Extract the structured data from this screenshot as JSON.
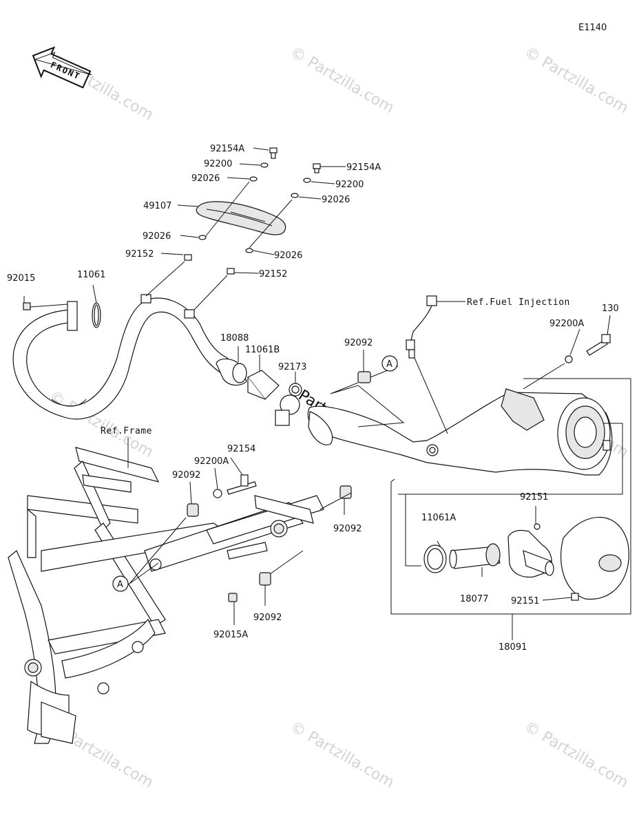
{
  "diagram_code": "E1140",
  "front_label": "FRONT",
  "watermark": "© Partzilla.com",
  "center_watermark": "Partzilla.com",
  "reference_labels": {
    "fuel_injection": "Ref.Fuel Injection",
    "frame": "Ref.Frame"
  },
  "callout_marker": "A",
  "parts": {
    "p92154A_top": "92154A",
    "p92200_top": "92200",
    "p92026_top": "92026",
    "p49107": "49107",
    "p92026_left": "92026",
    "p92152_left": "92152",
    "p92154A_right": "92154A",
    "p92200_right": "92200",
    "p92026_right": "92026",
    "p92026_lower": "92026",
    "p92152_right": "92152",
    "p92015": "92015",
    "p11061": "11061",
    "p18088": "18088",
    "p11061B": "11061B",
    "p92173": "92173",
    "p92092_top": "92092",
    "p130": "130",
    "p92200A_right": "92200A",
    "p92154": "92154",
    "p92200A_left": "92200A",
    "p92092_left": "92092",
    "p92092_mid": "92092",
    "p92092_bottom": "92092",
    "p92015A": "92015A",
    "p11061A": "11061A",
    "p92151_top": "92151",
    "p18077": "18077",
    "p92151_bottom": "92151",
    "p18091": "18091"
  }
}
